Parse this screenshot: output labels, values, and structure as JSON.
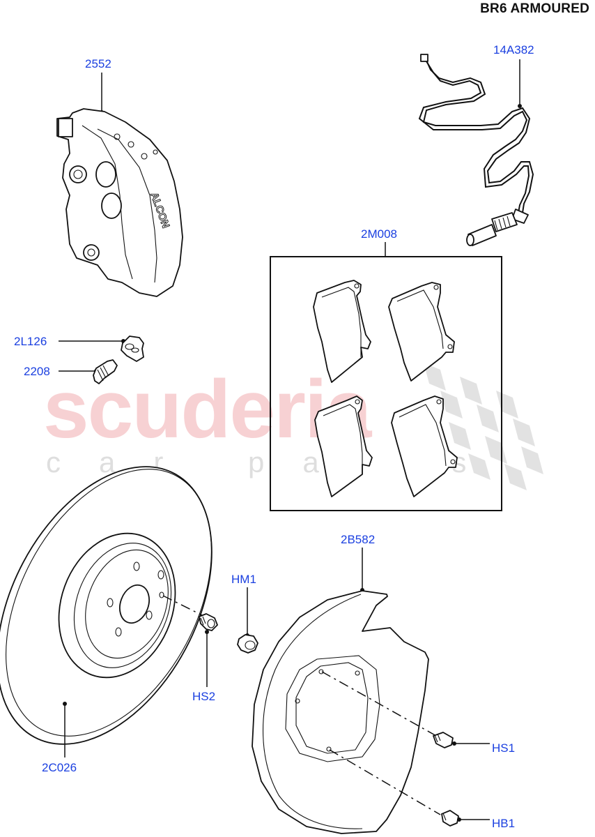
{
  "header": {
    "title": "BR6 ARMOURED"
  },
  "watermark": {
    "main": "scuderia",
    "sub": "car parts",
    "main_color": "#f6c9cc",
    "sub_color": "#dedede"
  },
  "callouts": [
    {
      "id": "2552",
      "label": "2552",
      "part": "brake-caliper"
    },
    {
      "id": "14A382",
      "label": "14A382",
      "part": "brake-pad-wear-sensor"
    },
    {
      "id": "2M008",
      "label": "2M008",
      "part": "brake-pad-set"
    },
    {
      "id": "2L126",
      "label": "2L126",
      "part": "bleed-screw-cap"
    },
    {
      "id": "2208",
      "label": "2208",
      "part": "bleed-screw"
    },
    {
      "id": "2C026",
      "label": "2C026",
      "part": "brake-disc"
    },
    {
      "id": "HM1",
      "label": "HM1",
      "part": "nut"
    },
    {
      "id": "HS2",
      "label": "HS2",
      "part": "disc-retaining-screw"
    },
    {
      "id": "2B582",
      "label": "2B582",
      "part": "splash-shield"
    },
    {
      "id": "HS1",
      "label": "HS1",
      "part": "shield-screw"
    },
    {
      "id": "HB1",
      "label": "HB1",
      "part": "shield-bolt"
    }
  ],
  "caliper": {
    "brand_text": "ALCON"
  },
  "colors": {
    "callout_text": "#1a3fe0",
    "line_art": "#111111",
    "background": "#ffffff"
  }
}
